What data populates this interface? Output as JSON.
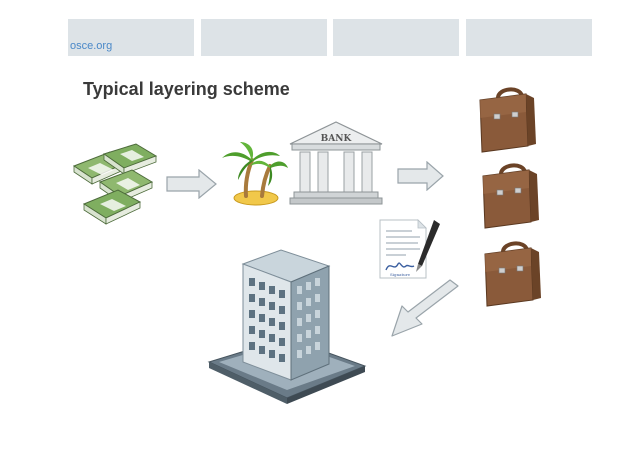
{
  "header": {
    "site_label": "osce.org"
  },
  "slide": {
    "title": "Typical layering scheme"
  },
  "bank_icon": {
    "sign": "BANK"
  },
  "document_icon": {
    "signature": "Signature"
  },
  "colors": {
    "header_bar": "#dde3e7",
    "site_label": "#4a88c8",
    "title": "#3a3a3a",
    "arrow_fill": "#e4e8ea",
    "arrow_stroke": "#9aa4aa",
    "money": "#6f9b55",
    "briefcase": "#8a5a3a"
  },
  "icons": [
    "money-stack-icon",
    "palm-island-icon",
    "bank-icon",
    "document-pen-icon",
    "briefcase-icon",
    "office-building-icon"
  ]
}
